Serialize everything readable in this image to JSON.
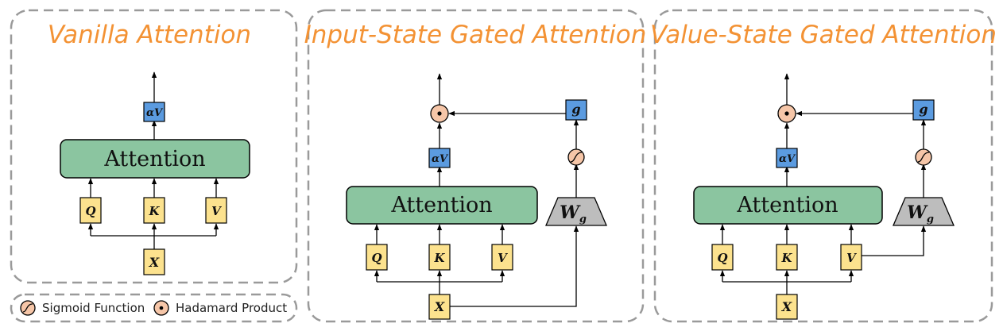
{
  "panels": {
    "vanilla": {
      "title": "Vanilla Attention"
    },
    "input_gated": {
      "title": "Input-State Gated Attention"
    },
    "value_gated": {
      "title": "Value-State Gated Attention"
    }
  },
  "labels": {
    "attention": "Attention",
    "q": "Q",
    "k": "K",
    "v": "V",
    "x": "X",
    "av": "αV",
    "g": "g",
    "wg": "W",
    "wg_sub": "g"
  },
  "legend": {
    "sigmoid": "Sigmoid Function",
    "hadamard": "Hadamard Product"
  },
  "colors": {
    "title": "#F39234",
    "qkv_box": "#FCE28E",
    "blue_box": "#5B9BE0",
    "attention_box": "#8BC5A0",
    "operator": "#F6C6A8",
    "wg_box": "#BDBDBD"
  },
  "icons": [
    "sigmoid-icon",
    "hadamard-icon"
  ]
}
